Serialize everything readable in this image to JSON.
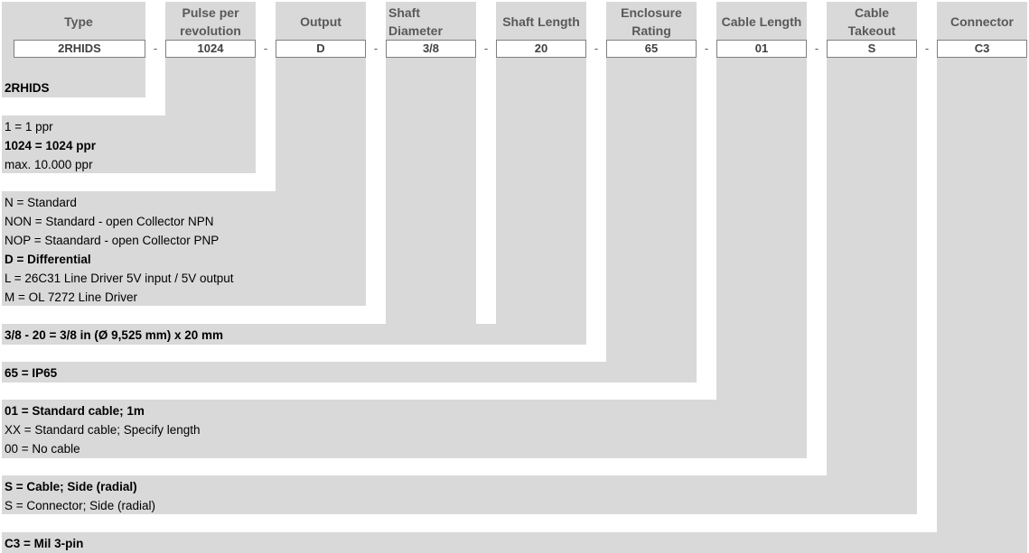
{
  "columns": [
    {
      "header_line1": "Type",
      "header_line2": "",
      "value": "2RHIDS"
    },
    {
      "header_line1": "Pulse per",
      "header_line2": "revolution",
      "value": "1024"
    },
    {
      "header_line1": "Output",
      "header_line2": "",
      "value": "D"
    },
    {
      "header_line1": "Shaft",
      "header_line2": "Diameter",
      "value": "3/8"
    },
    {
      "header_line1": "Shaft Length",
      "header_line2": "",
      "value": "20"
    },
    {
      "header_line1": "Enclosure",
      "header_line2": "Rating",
      "value": "65"
    },
    {
      "header_line1": "Cable Length",
      "header_line2": "",
      "value": "01"
    },
    {
      "header_line1": "Cable",
      "header_line2": "Takeout",
      "value": "S"
    },
    {
      "header_line1": "Connector",
      "header_line2": "",
      "value": "C3"
    }
  ],
  "separator": "-",
  "sections": {
    "type": [
      "2RHIDS"
    ],
    "pulse": [
      "1 = 1 ppr",
      "1024 = 1024 ppr",
      "max. 10.000 ppr"
    ],
    "output": [
      "N = Standard",
      "NON = Standard - open Collector NPN",
      "NOP = Staandard - open Collector PNP",
      "D = Differential",
      "L = 26C31 Line Driver 5V input / 5V output",
      "M = OL 7272 Line Driver"
    ],
    "shaft": [
      "3/8 - 20 = 3/8 in (Ø 9,525 mm) x 20 mm"
    ],
    "enclosure": [
      "65 = IP65"
    ],
    "cable_length": [
      "01 = Standard cable; 1m",
      "XX = Standard cable; Specify length",
      "00 = No cable"
    ],
    "takeout": [
      "S = Cable; Side (radial)",
      "S = Connector; Side (radial)"
    ],
    "connector": [
      "C3 = Mil 3-pin"
    ]
  },
  "colors": {
    "grey": "#d9d9d9",
    "header_text": "#595959",
    "box_border": "#7f7f7f"
  }
}
